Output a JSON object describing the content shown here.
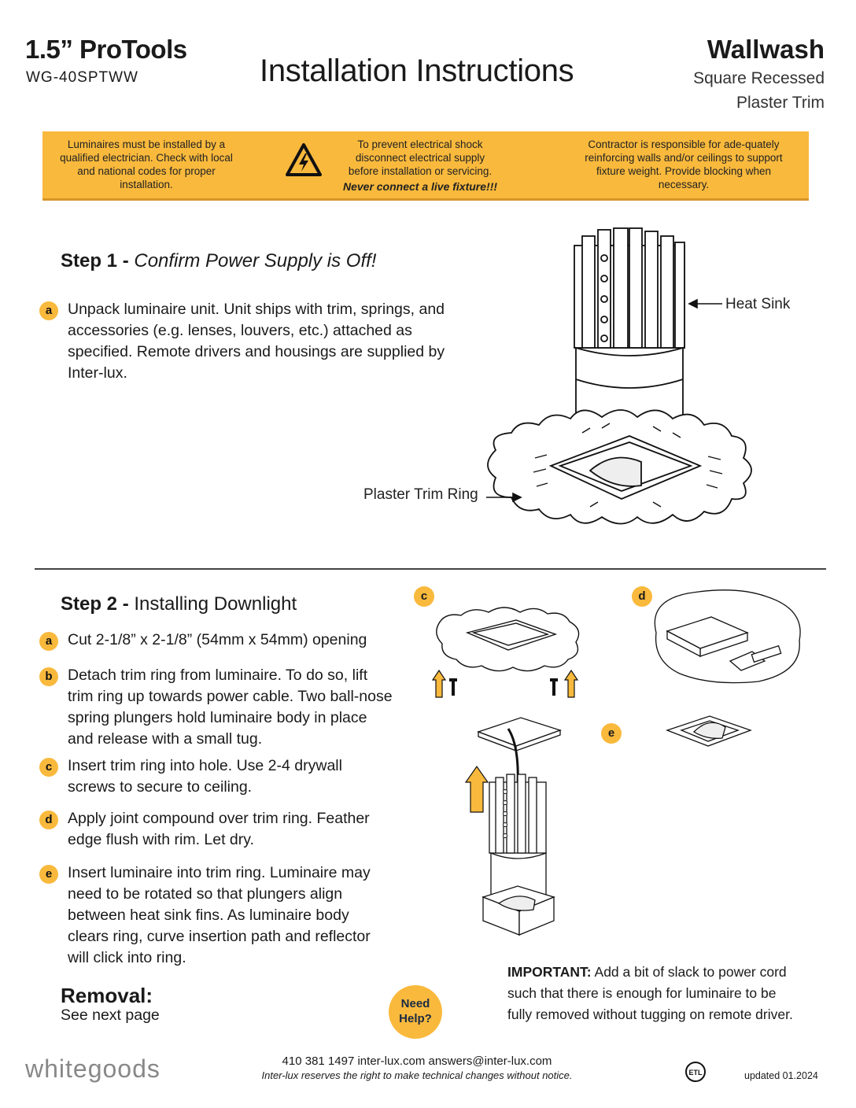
{
  "header": {
    "product_title": "1.5” ProTools",
    "product_code": "WG-40SPTWW",
    "doc_title": "Installation Instructions",
    "right_title": "Wallwash",
    "right_sub_1": "Square Recessed",
    "right_sub_2": "Plaster Trim"
  },
  "banner": {
    "left_text": "Luminaires must be installed by a qualified electrician.  Check with local and national codes for proper installation.",
    "middle_text": "To prevent electrical shock disconnect electrical supply before installation or servicing.",
    "middle_strong": "Never connect a live fixture!!!",
    "right_text": "Contractor is responsible for ade-quately reinforcing walls and/or ceilings to support  fixture weight. Provide blocking when necessary."
  },
  "step1": {
    "label": "Step 1 -",
    "title": "Confirm Power Supply is Off!",
    "items": [
      {
        "badge": "a",
        "text": "Unpack luminaire unit.  Unit ships with trim, springs, and  accessories (e.g. lenses, louvers, etc.) attached as specified.  Remote drivers and housings are supplied by Inter-lux."
      }
    ],
    "callouts": {
      "heat_sink": "Heat Sink",
      "trim_ring": "Plaster Trim Ring"
    }
  },
  "step2": {
    "label": "Step 2 -",
    "title": "Installing Downlight",
    "items": [
      {
        "badge": "a",
        "text": "Cut 2-1/8” x 2-1/8” (54mm x 54mm) opening"
      },
      {
        "badge": "b",
        "text": "Detach trim ring from luminaire. To do so, lift trim ring up towards power cable.  Two ball-nose spring plungers hold luminaire body in place and release with a small tug."
      },
      {
        "badge": "c",
        "text": "Insert trim ring into hole. Use 2-4 drywall screws to secure to ceiling."
      },
      {
        "badge": "d",
        "text": "Apply joint compound over trim ring. Feather edge flush with rim. Let dry."
      },
      {
        "badge": "e",
        "text": "Insert luminaire into trim ring. Luminaire may need to be rotated so that plungers align between heat sink fins.  As luminaire body clears ring, curve insertion path and reflector will click into ring."
      }
    ],
    "figure_badges": {
      "c": "c",
      "d": "d",
      "e": "e"
    }
  },
  "removal": {
    "title": "Removal:",
    "text": "See next page"
  },
  "need_help": {
    "line1": "Need",
    "line2": "Help?"
  },
  "important": {
    "label": "IMPORTANT:",
    "text": "Add a bit of slack to power cord such that there is enough for luminaire to be fully removed without tugging on remote driver."
  },
  "footer": {
    "logo": "whitegoods",
    "contact": "410 381 1497    inter-lux.com    answers@inter-lux.com",
    "disclaimer": "Inter-lux reserves the right to make technical changes without notice.",
    "updated": "updated  01.2024",
    "cert_mark": "ETL"
  },
  "colors": {
    "accent": "#f9b93c",
    "text": "#1a1a1a"
  }
}
